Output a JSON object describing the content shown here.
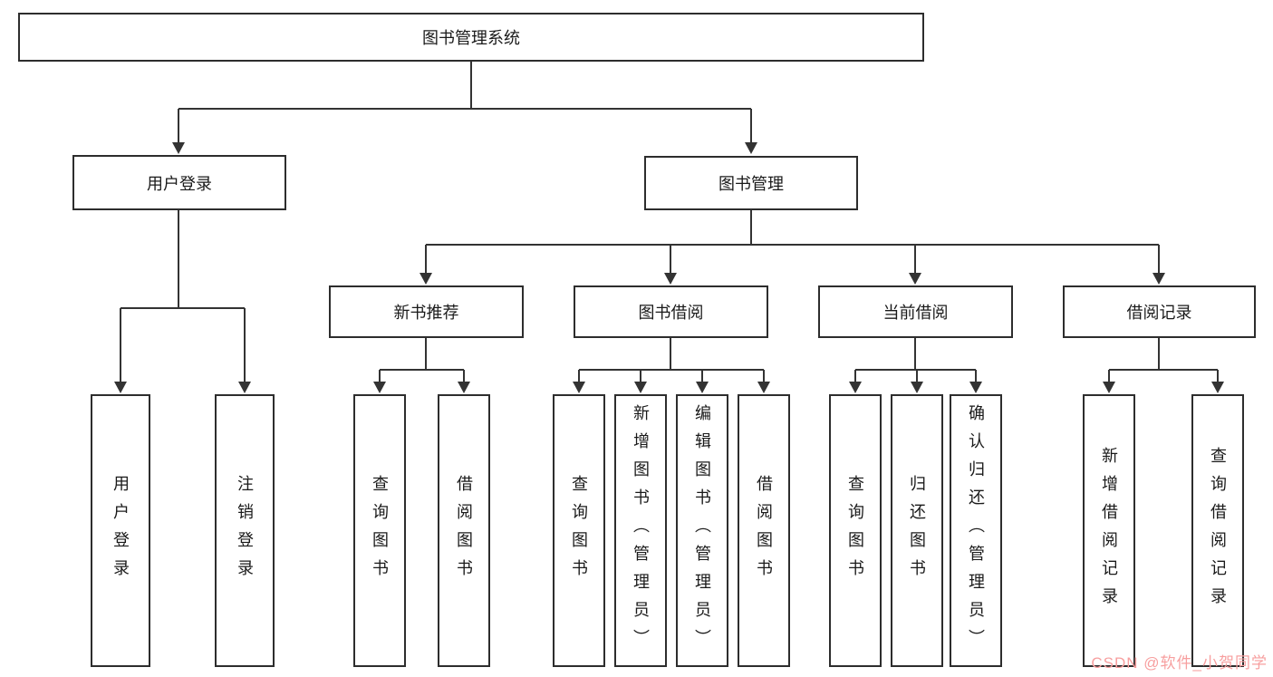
{
  "diagram": {
    "root_label": "图书管理系统",
    "user_login": {
      "label": "用户登录",
      "children": [
        {
          "label": "用户登录"
        },
        {
          "label": "注销登录"
        }
      ]
    },
    "book_management": {
      "label": "图书管理",
      "modules": [
        {
          "label": "新书推荐",
          "children": [
            {
              "label": "查询图书"
            },
            {
              "label": "借阅图书"
            }
          ]
        },
        {
          "label": "图书借阅",
          "children": [
            {
              "label": "查询图书"
            },
            {
              "label": "新增图书（管理员）"
            },
            {
              "label": "编辑图书（管理员）"
            },
            {
              "label": "借阅图书"
            }
          ]
        },
        {
          "label": "当前借阅",
          "children": [
            {
              "label": "查询图书"
            },
            {
              "label": "归还图书"
            },
            {
              "label": "确认归还（管理员）"
            }
          ]
        },
        {
          "label": "借阅记录",
          "children": [
            {
              "label": "新增借阅记录"
            },
            {
              "label": "查询借阅记录"
            }
          ]
        }
      ]
    },
    "watermark": "CSDN @软件_小贺同学",
    "colors": {
      "line": "#333333",
      "box_border": "#2d2d2d",
      "watermark": "#f79f9f"
    }
  }
}
